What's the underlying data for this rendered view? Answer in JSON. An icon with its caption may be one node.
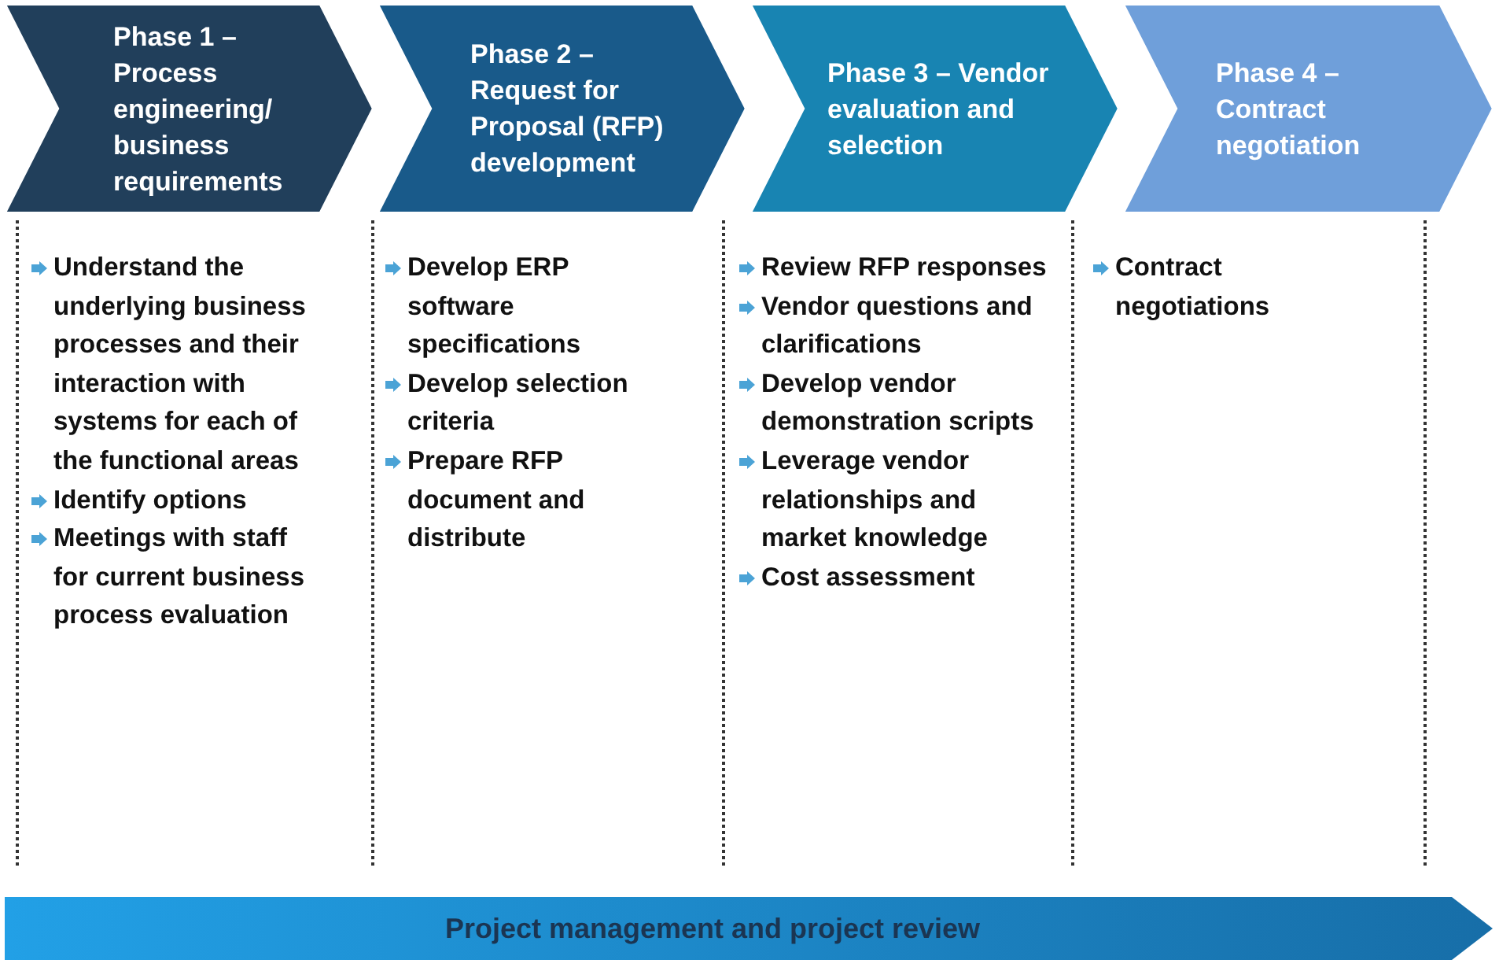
{
  "diagram": {
    "nodes": [
      {
        "text": [
          "Phase 1 – Process engineering/ business requirements"
        ],
        "beside": [
          "Understand the underlying business processes and their interaction with systems for each of the functional areas",
          "Identify options",
          "Meetings with staff for current business process evaluation"
        ]
      },
      {
        "text": [
          "Phase 2 – Request for Proposal (RFP) development"
        ],
        "beside": [
          "Develop ERP software specifications",
          "Develop selection criteria",
          "Prepare RFP document and distribute"
        ]
      },
      {
        "text": [
          "Phase 3 – Vendor evaluation and selection"
        ],
        "beside": [
          "Review RFP responses",
          "Vendor questions and clarifications",
          "Develop vendor demonstration scripts",
          "Leverage vendor relationships and market knowledge",
          "Cost assessment"
        ]
      },
      {
        "text": [
          "Phase 4 – Contract negotiation"
        ],
        "beside": [
          "Contract negotiations"
        ]
      },
      {
        "text": [
          "Project management and project review"
        ]
      }
    ],
    "edges": []
  }
}
